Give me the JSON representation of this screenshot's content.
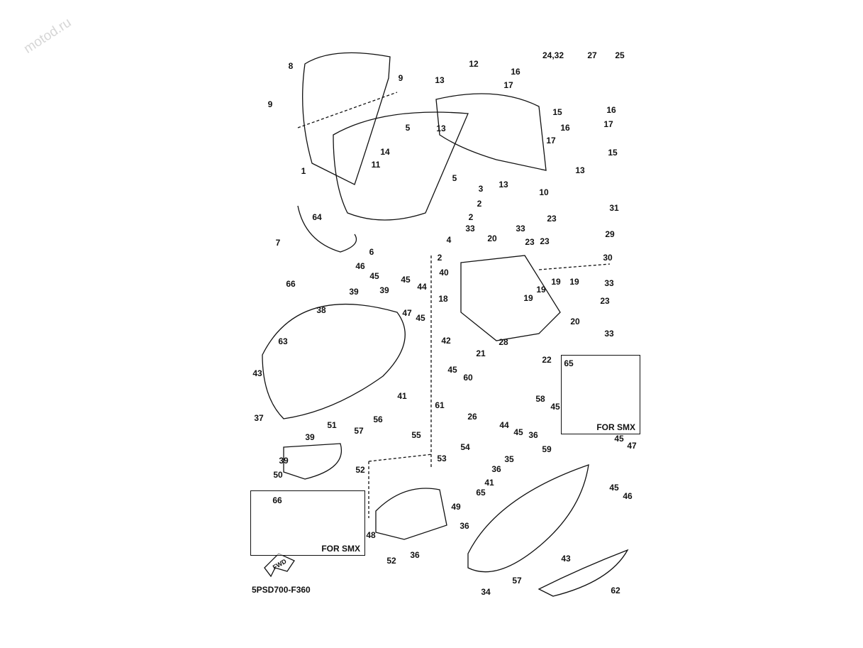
{
  "watermark": "motod.ru",
  "diagram_code": "5PSD700-F360",
  "fwd_label": "FWD",
  "insets": [
    {
      "label": "FOR SMX",
      "callouts": [
        "65"
      ]
    },
    {
      "label": "FOR SMX",
      "callouts": [
        "66"
      ]
    }
  ],
  "callouts": [
    "8",
    "9",
    "9",
    "12",
    "13",
    "16",
    "17",
    "24,32",
    "27",
    "25",
    "15",
    "16",
    "17",
    "16",
    "17",
    "15",
    "5",
    "13",
    "14",
    "1",
    "11",
    "5",
    "13",
    "10",
    "13",
    "3",
    "2",
    "64",
    "7",
    "2",
    "4",
    "33",
    "20",
    "33",
    "23",
    "29",
    "31",
    "23",
    "23",
    "30",
    "6",
    "2",
    "40",
    "46",
    "45",
    "66",
    "39",
    "39",
    "45",
    "44",
    "47",
    "45",
    "38",
    "18",
    "19",
    "19",
    "19",
    "19",
    "33",
    "23",
    "20",
    "33",
    "63",
    "42",
    "28",
    "21",
    "22",
    "43",
    "45",
    "60",
    "61",
    "41",
    "58",
    "26",
    "37",
    "56",
    "57",
    "55",
    "39",
    "51",
    "45",
    "44",
    "45",
    "36",
    "59",
    "54",
    "45",
    "47",
    "39",
    "50",
    "52",
    "53",
    "36",
    "35",
    "41",
    "65",
    "49",
    "45",
    "46",
    "48",
    "36",
    "36",
    "52",
    "43",
    "57",
    "34",
    "62"
  ],
  "colors": {
    "line": "#111111",
    "watermark": "#d6d6d6"
  }
}
